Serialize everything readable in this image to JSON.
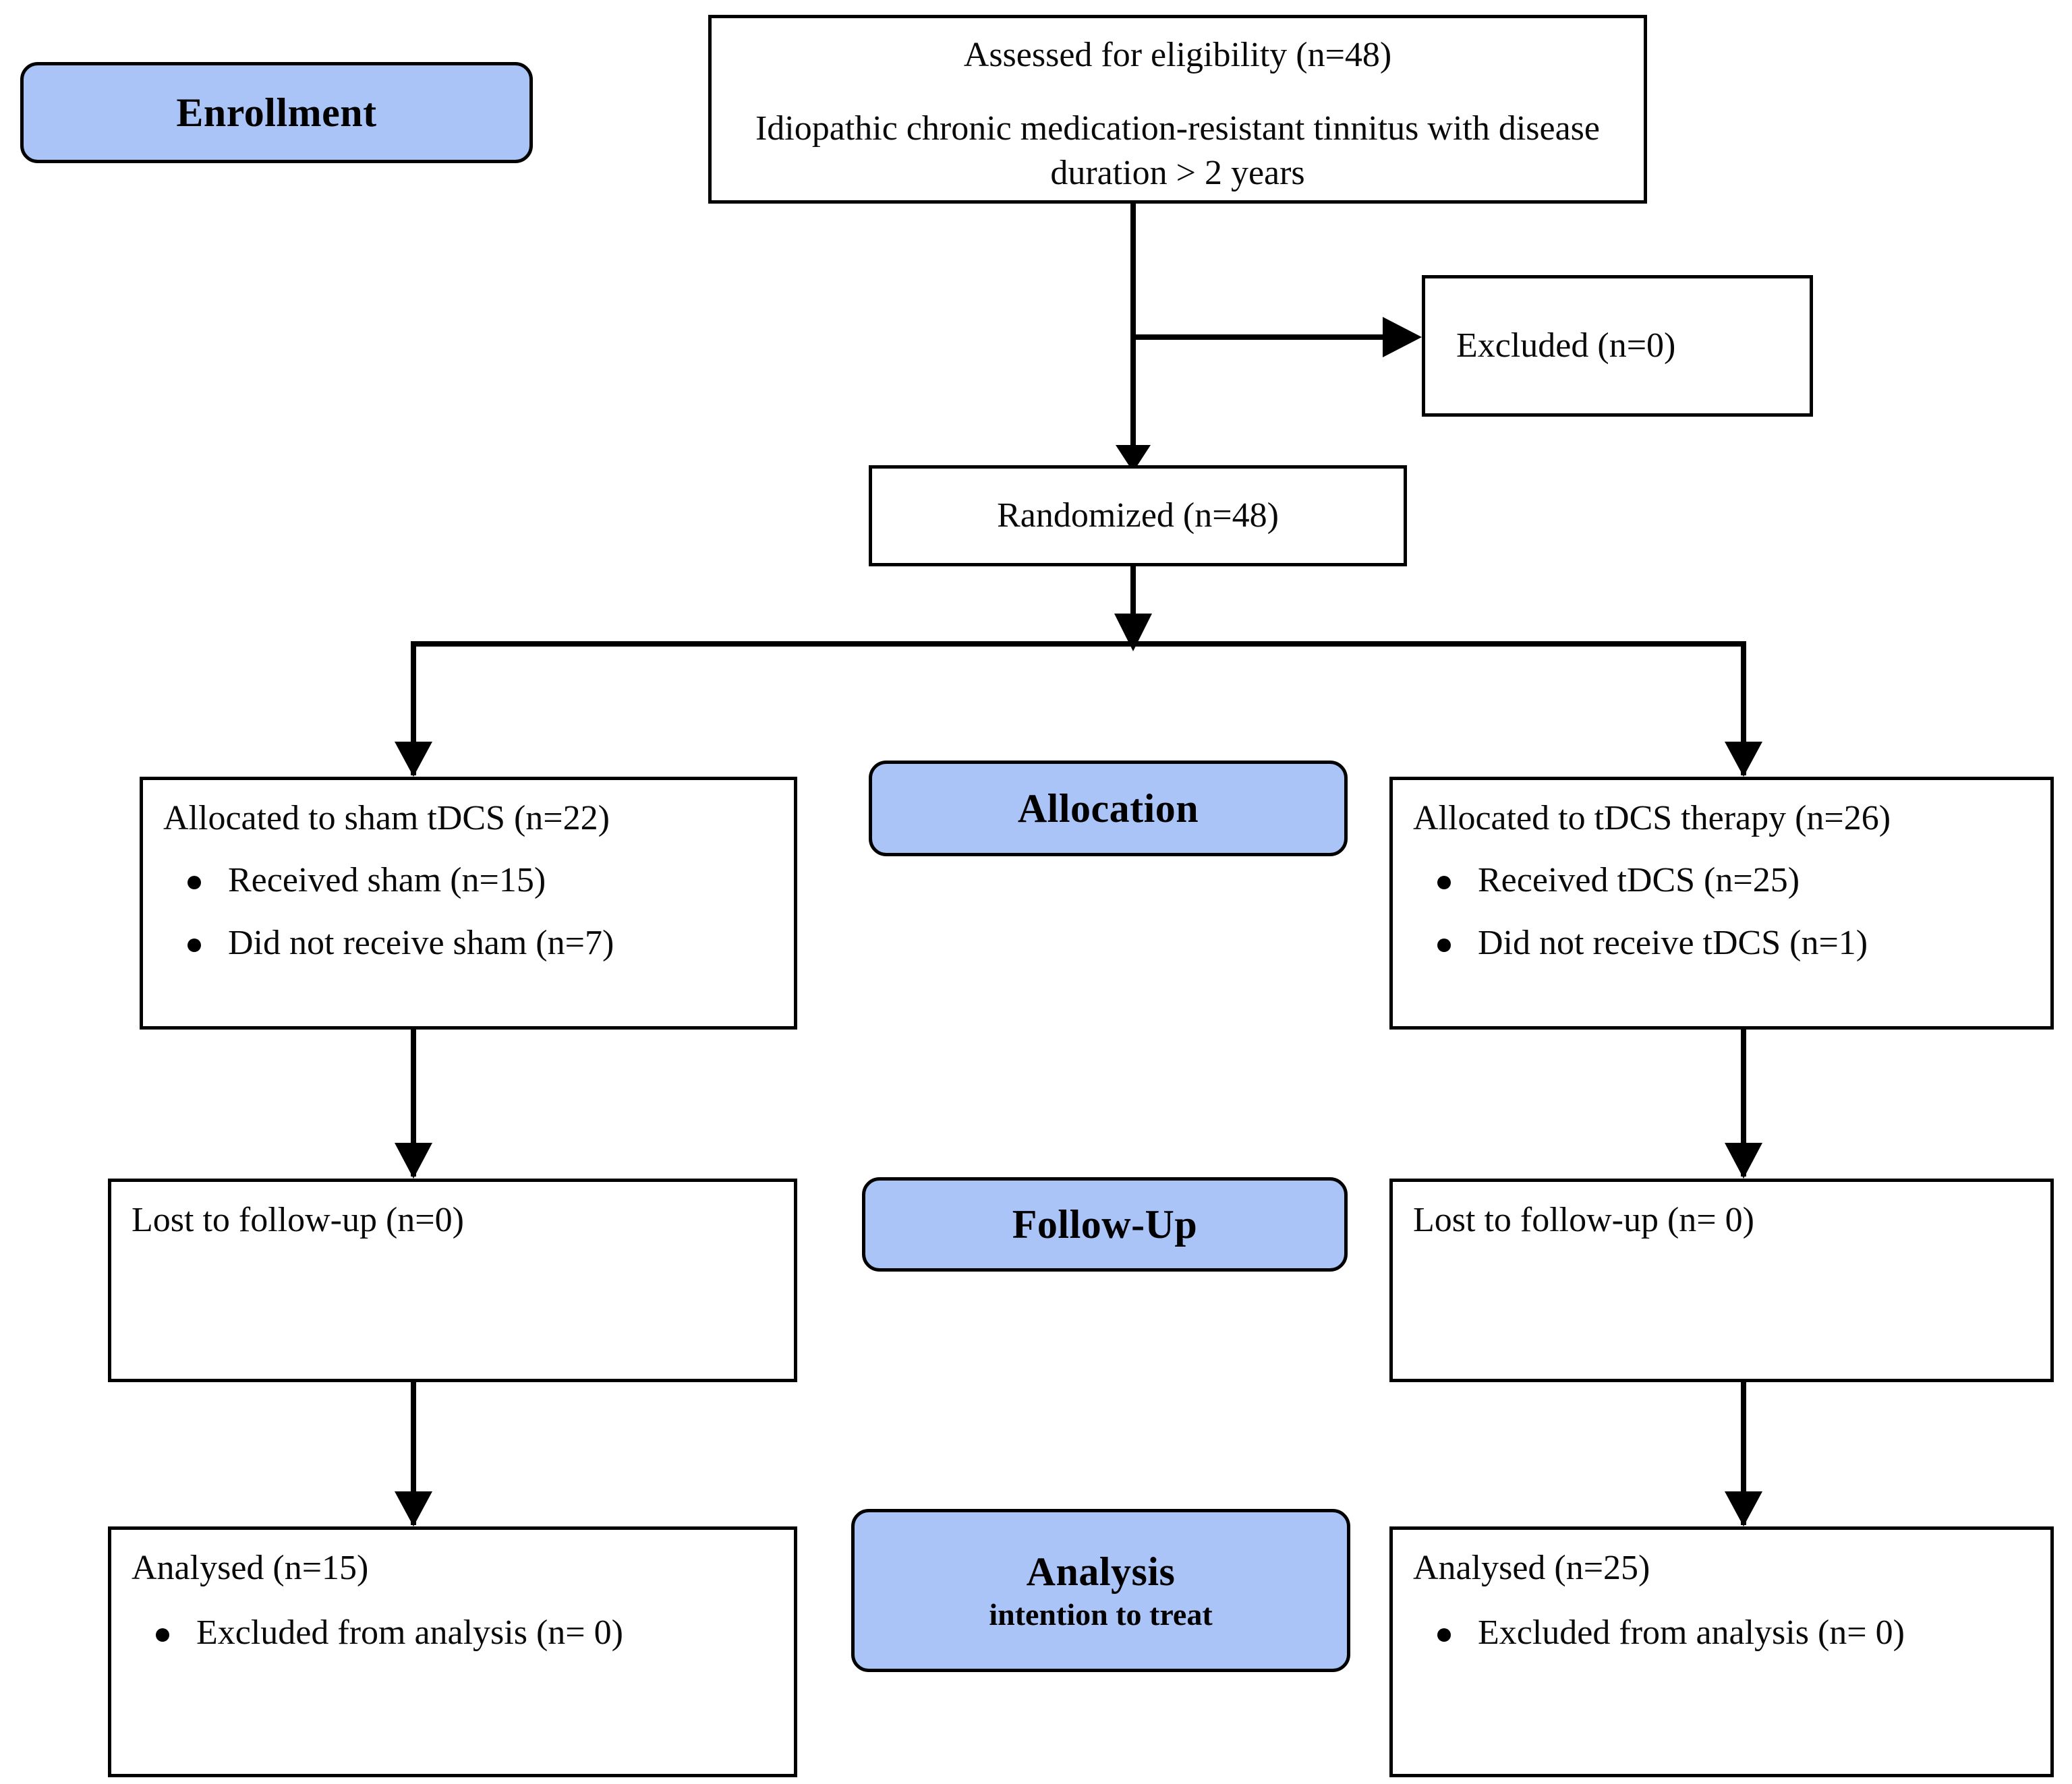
{
  "diagram": {
    "type": "consort-flow-diagram",
    "title": "CONSORT participant flow",
    "accent_color": "#aac4f8",
    "line_color": "#000000",
    "background": "#ffffff"
  },
  "stages": [
    {
      "id": "enrollment",
      "label": "Enrollment"
    },
    {
      "id": "allocation",
      "label": "Allocation"
    },
    {
      "id": "followup",
      "label": "Follow-Up"
    },
    {
      "id": "analysis",
      "label": "Analysis",
      "sublabel": "intention to treat"
    }
  ],
  "nodes": {
    "assessed": {
      "line1": "Assessed for eligibility (n=48)",
      "line2": "Idiopathic chronic medication-resistant tinnitus with disease duration > 2 years"
    },
    "excluded": {
      "label": "Excluded (n=0)"
    },
    "randomized": {
      "label": "Randomized (n=48)"
    },
    "allocated_sham": {
      "header": "Allocated to sham tDCS (n=22)",
      "bullets": [
        "Received sham (n=15)",
        "Did not receive sham (n=7)"
      ]
    },
    "allocated_tdcs": {
      "header": "Allocated to tDCS therapy (n=26)",
      "bullets": [
        "Received tDCS (n=25)",
        "Did not receive tDCS (n=1)"
      ]
    },
    "lost_sham": {
      "label": "Lost to follow-up (n=0)"
    },
    "lost_tdcs": {
      "label": "Lost to follow-up (n= 0)"
    },
    "analysed_sham": {
      "header": "Analysed (n=15)",
      "bullets": [
        "Excluded from analysis (n= 0)"
      ]
    },
    "analysed_tdcs": {
      "header": "Analysed (n=25)",
      "bullets": [
        "Excluded from analysis (n= 0)"
      ]
    }
  },
  "counts": {
    "assessed": 48,
    "excluded": 0,
    "randomized": 48,
    "allocated_sham": 22,
    "received_sham": 15,
    "not_received_sham": 7,
    "allocated_tdcs": 26,
    "received_tdcs": 25,
    "not_received_tdcs": 1,
    "lost_sham": 0,
    "lost_tdcs": 0,
    "analysed_sham": 15,
    "analysed_tdcs": 25,
    "excluded_from_analysis_sham": 0,
    "excluded_from_analysis_tdcs": 0
  }
}
